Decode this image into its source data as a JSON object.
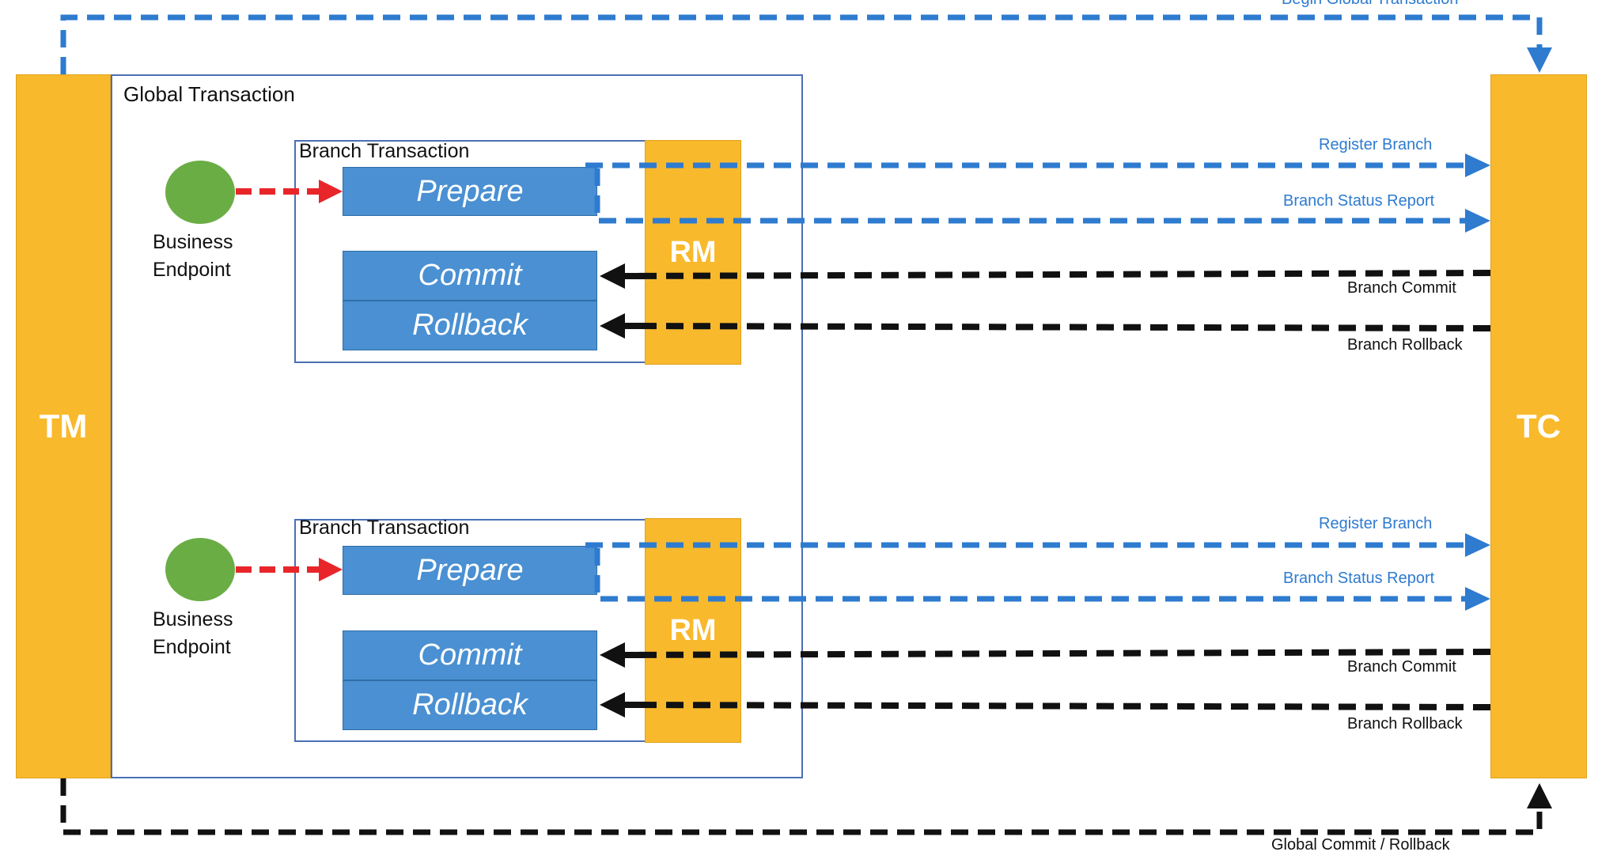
{
  "diagram": {
    "title_top": "Begin Global Transaction",
    "title_bottom": "Global Commit / Rollback",
    "tm_label": "TM",
    "tc_label": "TC",
    "global_transaction_label": "Global Transaction",
    "branches": [
      {
        "title": "Branch Transaction",
        "endpoint_line1": "Business",
        "endpoint_line2": "Endpoint",
        "prepare": "Prepare",
        "commit": "Commit",
        "rollback": "Rollback",
        "rm": "RM",
        "register_branch": "Register Branch",
        "branch_status_report": "Branch Status Report",
        "branch_commit": "Branch Commit",
        "branch_rollback": "Branch Rollback"
      },
      {
        "title": "Branch Transaction",
        "endpoint_line1": "Business",
        "endpoint_line2": "Endpoint",
        "prepare": "Prepare",
        "commit": "Commit",
        "rollback": "Rollback",
        "rm": "RM",
        "register_branch": "Register Branch",
        "branch_status_report": "Branch Status Report",
        "branch_commit": "Branch Commit",
        "branch_rollback": "Branch Rollback"
      }
    ],
    "colors": {
      "manager_orange": "#f9b92c",
      "operation_blue": "#4a90d2",
      "border_blue": "#4a6fb5",
      "arrow_blue": "#2e7bcf",
      "arrow_red": "#e8262a",
      "arrow_black": "#111111",
      "endpoint_green": "#6aad45"
    }
  }
}
